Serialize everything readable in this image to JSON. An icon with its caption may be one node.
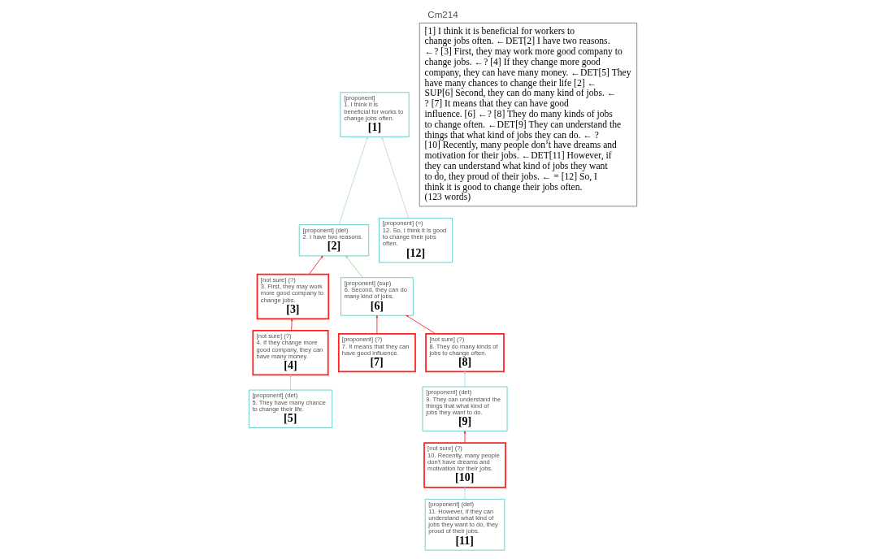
{
  "diagram": {
    "title": "Cm214",
    "nodes": [
      {
        "text": [
          "[proponent]",
          "1. I think it is beneficial for works to change jobs often.",
          "[1]"
        ]
      },
      {
        "text": [
          "[proponent] (det)",
          "2. I have two reasons.",
          "[2]"
        ]
      },
      {
        "text": [
          "[proponent] (=)",
          "12. So, I think it is good to change their jobs often.",
          "[12]"
        ]
      },
      {
        "text": [
          "[not sure] (?)",
          "3. First, they may work more good company to change jobs.",
          "[3]"
        ]
      },
      {
        "text": [
          "[proponent] (sup)",
          "6. Second, they can do many kind of jobs.",
          "[6]"
        ]
      },
      {
        "text": [
          "[not sure] (?)",
          "4. If they change more good company, they can have many money.",
          "[4]"
        ]
      },
      {
        "text": [
          "[proponent] (?)",
          "7. It means that they can have good influence.",
          "[7]"
        ]
      },
      {
        "text": [
          "[not sure] (?)",
          "8. They do many kinds of jobs to change often.",
          "[8]"
        ]
      },
      {
        "text": [
          "[proponent] (det)",
          "5. They have many chance to change their life.",
          "[5]"
        ]
      },
      {
        "text": [
          "[proponent] (det)",
          "9. They can understand the things that what kind of jobs they want to do.",
          "[9]"
        ]
      },
      {
        "text": [
          "[not sure] (?)",
          "10. Recently, many people don't have dreams and motivation for their jobs.",
          "[10]"
        ]
      },
      {
        "text": [
          "[proponent] (det)",
          "11. However, if they can understand what kind of jobs they want to do, they proud of their jobs.",
          "[11]"
        ]
      },
      {
        "text": [
          "[1] I think it is beneficial for workers to change jobs often. ←DET[2] I have two reasons. ←? [3] First, they may work more good company to change jobs. ←? [4] If they change more good company, they can have many money. ←DET[5] They have many chances to change their life [2] ← SUP[6] Second, they can do many kind of jobs. ← ? [7] It means that they can have good influence. [6] ←? [8] They do many kinds of jobs to change often. ←DET[9] They can understand the things that what kind of jobs they can do. ← ? [10] Recently, many people don’t have dreams and motivation for their jobs. ←DET[11] However, if they can understand what kind of jobs they want to do, they proud of their jobs. ← = [12] So, I think it is good to change their jobs often. (123 words)"
        ]
      }
    ],
    "edges": [
      {
        "from": 1,
        "to": 0,
        "arrow": "to",
        "color": "#a8d8e8"
      },
      {
        "from": 2,
        "to": 0,
        "arrow": "to",
        "color": "#cccccc"
      },
      {
        "from": 3,
        "to": 1,
        "arrow": "to",
        "color": "#ff2020"
      },
      {
        "from": 4,
        "to": 1,
        "arrow": "to",
        "color": "#88dd88"
      },
      {
        "from": 5,
        "to": 3,
        "arrow": "to",
        "color": "#ff2020"
      },
      {
        "from": 8,
        "to": 5,
        "arrow": "to",
        "color": "#a8d8e8"
      },
      {
        "from": 6,
        "to": 4,
        "arrow": "to",
        "color": "#ff2020"
      },
      {
        "from": 7,
        "to": 4,
        "arrow": "to",
        "color": "#ff2020"
      },
      {
        "from": 9,
        "to": 7,
        "arrow": "to",
        "color": "#a8d8e8"
      },
      {
        "from": 10,
        "to": 9,
        "arrow": "to",
        "color": "#ff2020"
      },
      {
        "from": 11,
        "to": 10,
        "arrow": "to",
        "color": "#a8d8e8"
      }
    ]
  }
}
